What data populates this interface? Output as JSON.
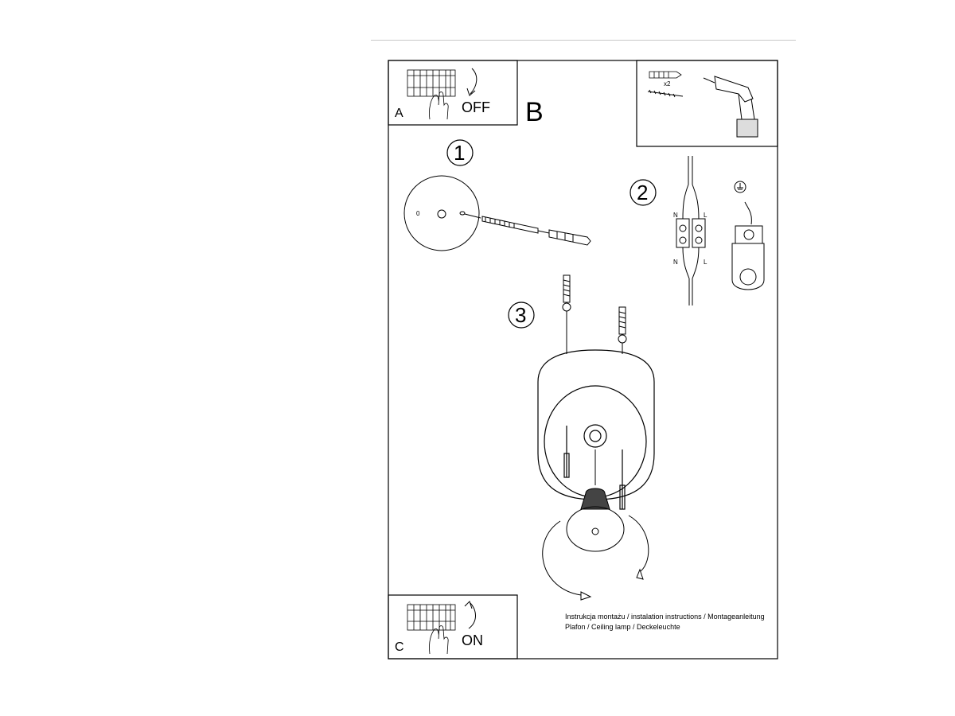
{
  "panel_a": {
    "letter": "A",
    "state": "OFF"
  },
  "panel_b": {
    "letter": "B"
  },
  "panel_c": {
    "letter": "C",
    "state": "ON"
  },
  "tools": {
    "quantity": "x2"
  },
  "steps": {
    "step1": "1",
    "step2": "2",
    "step3": "3"
  },
  "step1": {
    "hole_label": "0"
  },
  "wiring": {
    "n_top": "N",
    "l_top": "L",
    "n_bottom": "N",
    "l_bottom": "L"
  },
  "caption": {
    "line1": "Instrukcja montażu / instalation instructions / Montageanleitung",
    "line2": "Plafon / Ceiling lamp / Deckeleuchte"
  }
}
